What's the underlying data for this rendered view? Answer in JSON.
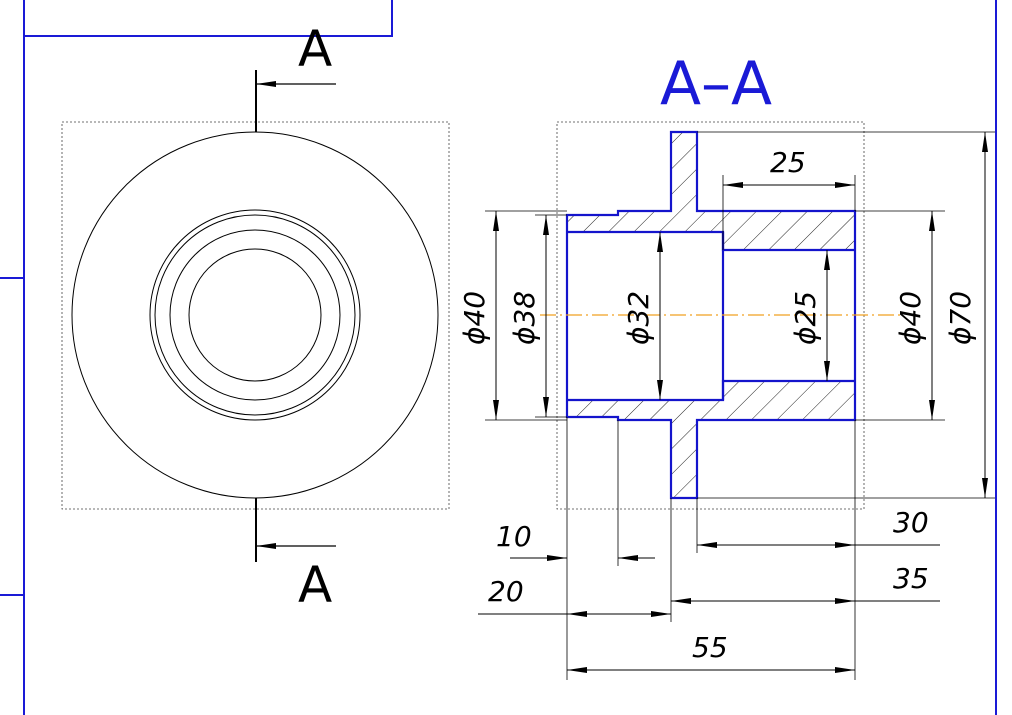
{
  "section_marks": {
    "top_letter": "A",
    "bottom_letter": "A"
  },
  "section_view": {
    "title": "A–A"
  },
  "dimensions": {
    "d40_left": "ϕ40",
    "d38": "ϕ38",
    "d32": "ϕ32",
    "d25": "ϕ25",
    "d40_right": "ϕ40",
    "d70": "ϕ70",
    "len25": "25",
    "len10": "10",
    "len20": "20",
    "len30": "30",
    "len35": "35",
    "len55": "55"
  },
  "colors": {
    "frame": "#1a1ad6",
    "part_outline": "#1414cc",
    "axis_line": "#f0a020",
    "dimension_lines": "#000000"
  }
}
